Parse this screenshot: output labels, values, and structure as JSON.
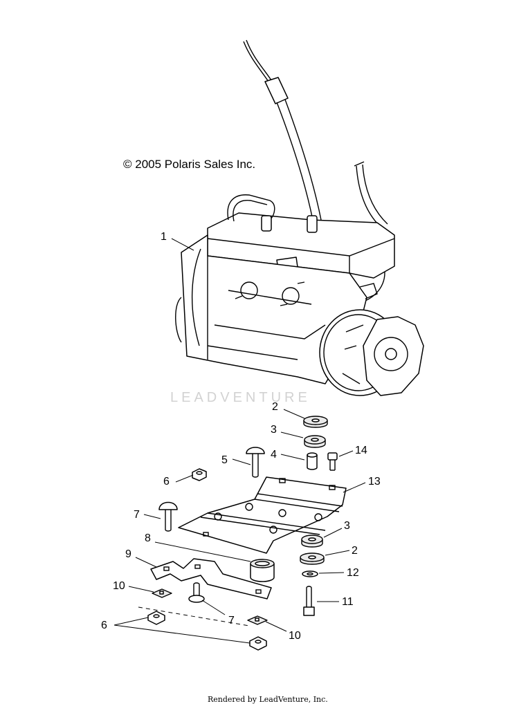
{
  "copyright": "© 2005 Polaris Sales Inc.",
  "watermark": "LEADVENTURE",
  "footer": "Rendered by LeadVenture, Inc.",
  "callouts": {
    "c1": "1",
    "c2a": "2",
    "c3a": "3",
    "c4": "4",
    "c5": "5",
    "c14": "14",
    "c6a": "6",
    "c13": "13",
    "c7a": "7",
    "c3b": "3",
    "c8": "8",
    "c2b": "2",
    "c9": "9",
    "c12": "12",
    "c10a": "10",
    "c11": "11",
    "c6b": "6",
    "c7b": "7",
    "c10b": "10"
  }
}
